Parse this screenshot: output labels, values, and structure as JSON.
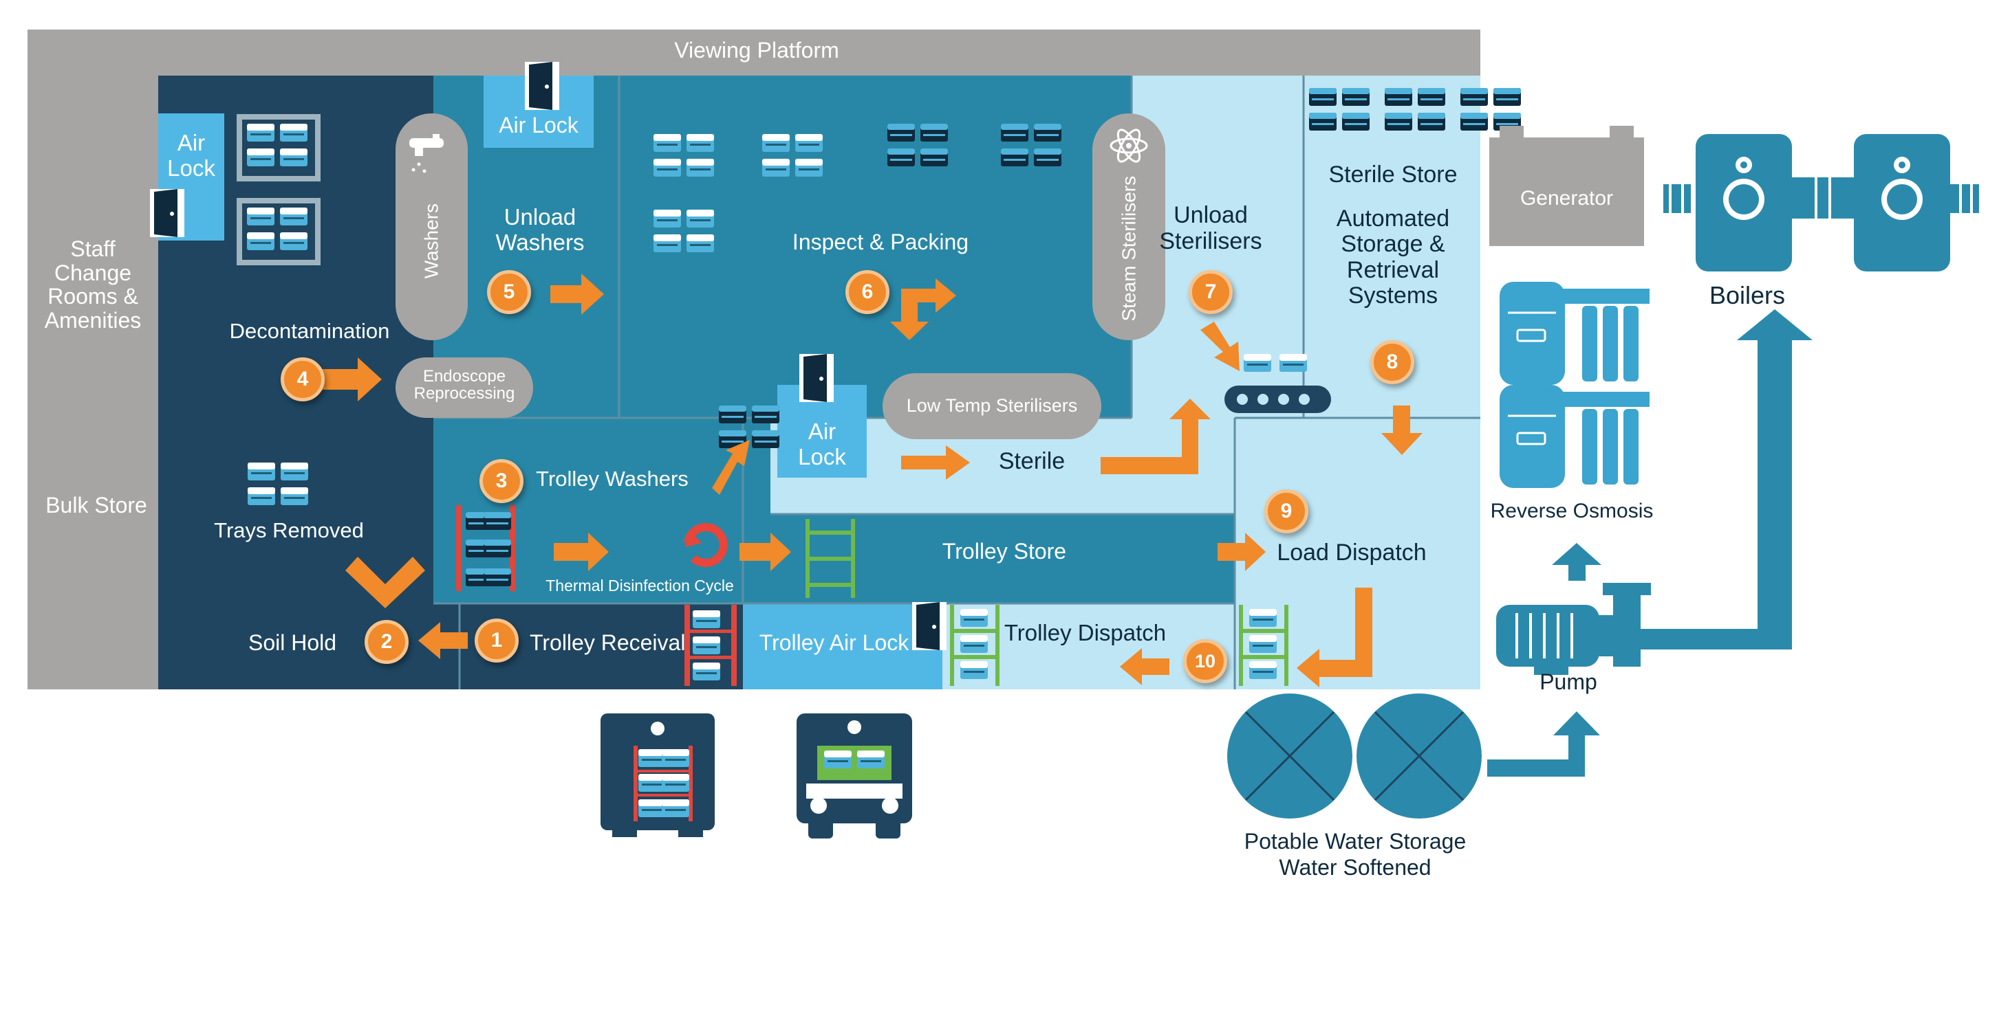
{
  "colors": {
    "navy": "#1f4560",
    "teal_mid": "#2887a6",
    "teal_light": "#a9dbec",
    "pale": "#bfe6f4",
    "gray": "#a6a5a3",
    "orange": "#f08a2a",
    "airlock": "#51b8e6",
    "equipment": "#2b8aab"
  },
  "labels": {
    "viewing_platform": "Viewing Platform",
    "staff_change_1": "Staff",
    "staff_change_2": "Change",
    "staff_change_3": "Rooms &",
    "staff_change_4": "Amenities",
    "bulk_store": "Bulk Store",
    "air_lock_left_1": "Air",
    "air_lock_left_2": "Lock",
    "decontamination": "Decontamination",
    "washers": "Washers",
    "endoscope_1": "Endoscope",
    "endoscope_2": "Reprocessing",
    "air_lock_top": "Air Lock",
    "unload_washers_1": "Unload",
    "unload_washers_2": "Washers",
    "inspect_packing": "Inspect & Packing",
    "steam_sterilisers": "Steam Sterilisers",
    "unload_sterilisers_1": "Unload",
    "unload_sterilisers_2": "Sterilisers",
    "sterile_store": "Sterile Store",
    "automated_1": "Automated",
    "automated_2": "Storage &",
    "automated_3": "Retrieval",
    "automated_4": "Systems",
    "trays_removed": "Trays Removed",
    "trolley_washers": "Trolley Washers",
    "thermal_disinfection": "Thermal Disinfection Cycle",
    "air_lock_mid_1": "Air",
    "air_lock_mid_2": "Lock",
    "low_temp": "Low Temp Sterilisers",
    "sterile": "Sterile",
    "trolley_store": "Trolley Store",
    "load_dispatch": "Load Dispatch",
    "soil_hold": "Soil Hold",
    "trolley_receival": "Trolley Receival",
    "trolley_air_lock": "Trolley Air Lock",
    "trolley_dispatch": "Trolley Dispatch",
    "generator": "Generator",
    "boilers": "Boilers",
    "reverse_osmosis": "Reverse Osmosis",
    "pump": "Pump",
    "potable_1": "Potable Water Storage",
    "potable_2": "Water Softened"
  },
  "steps": [
    "1",
    "2",
    "3",
    "4",
    "5",
    "6",
    "7",
    "8",
    "9",
    "10"
  ],
  "icons": {
    "door": "door-icon",
    "tray": "instrument-tray-icon",
    "trolley": "trolley-rack-icon",
    "tap": "tap-icon",
    "atom": "atom-icon",
    "conveyor": "conveyor-icon",
    "truck": "delivery-truck-icon",
    "boiler": "boiler-icon",
    "ro": "reverse-osmosis-icon",
    "pump": "pump-icon",
    "tank": "water-tank-icon"
  }
}
